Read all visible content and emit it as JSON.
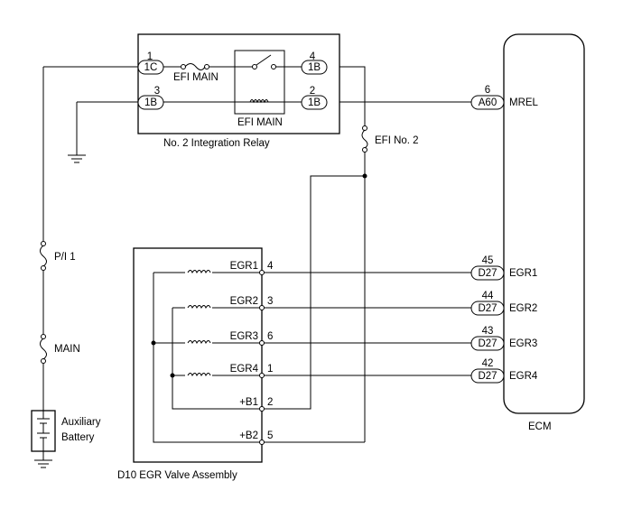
{
  "relay": {
    "name": "No. 2 Integration Relay",
    "pin1": {
      "num": "1",
      "conn": "1C"
    },
    "pin3": {
      "num": "3",
      "conn": "1B"
    },
    "pin4": {
      "num": "4",
      "conn": "1B"
    },
    "pin2": {
      "num": "2",
      "conn": "1B"
    },
    "fuse_label": "EFI MAIN",
    "coil_label": "EFI MAIN"
  },
  "fuses": {
    "efi_no2": "EFI No. 2",
    "pi1": "P/I 1",
    "main": "MAIN"
  },
  "battery": {
    "line1": "Auxiliary",
    "line2": "Battery"
  },
  "ecm": {
    "name": "ECM",
    "mrel": {
      "pin": "6",
      "conn": "A60",
      "label": "MREL"
    },
    "egr1": {
      "pin": "45",
      "conn": "D27",
      "label": "EGR1"
    },
    "egr2": {
      "pin": "44",
      "conn": "D27",
      "label": "EGR2"
    },
    "egr3": {
      "pin": "43",
      "conn": "D27",
      "label": "EGR3"
    },
    "egr4": {
      "pin": "42",
      "conn": "D27",
      "label": "EGR4"
    }
  },
  "egr_valve": {
    "name": "D10  EGR Valve Assembly",
    "egr1": {
      "label": "EGR1",
      "pin": "4"
    },
    "egr2": {
      "label": "EGR2",
      "pin": "3"
    },
    "egr3": {
      "label": "EGR3",
      "pin": "6"
    },
    "egr4": {
      "label": "EGR4",
      "pin": "1"
    },
    "b1": {
      "label": "+B1",
      "pin": "2"
    },
    "b2": {
      "label": "+B2",
      "pin": "5"
    }
  }
}
